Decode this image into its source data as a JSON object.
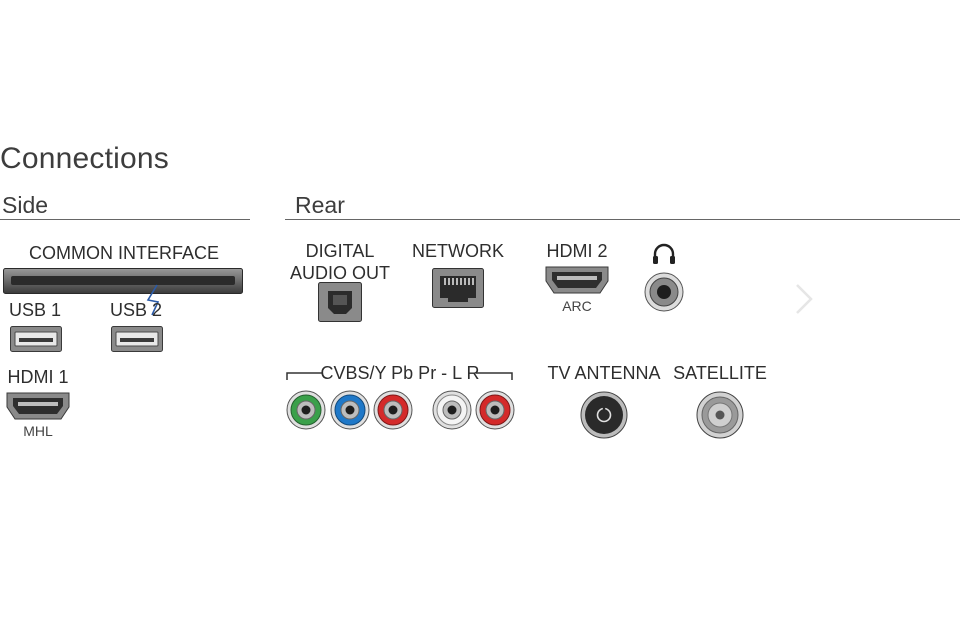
{
  "title": "Connections",
  "side": {
    "heading": "Side",
    "common_interface": "COMMON INTERFACE",
    "usb1": "USB 1",
    "usb2": "USB 2",
    "hdmi1": "HDMI 1",
    "hdmi1_sub": "MHL"
  },
  "rear": {
    "heading": "Rear",
    "digital_audio_line1": "DIGITAL",
    "digital_audio_line2": "AUDIO OUT",
    "network": "NETWORK",
    "hdmi2": "HDMI 2",
    "hdmi2_sub": "ARC",
    "cvbs": "CVBS/Y Pb Pr - L R",
    "tv_antenna": "TV ANTENNA",
    "satellite": "SATELLITE"
  },
  "colors": {
    "green": "#3aa04a",
    "blue": "#1f78c8",
    "red": "#d42a2a",
    "white": "#f4f4f4",
    "port_dark": "#555555"
  },
  "icons": {
    "headphone": "headphone-icon",
    "next": "chevron-right-icon"
  }
}
